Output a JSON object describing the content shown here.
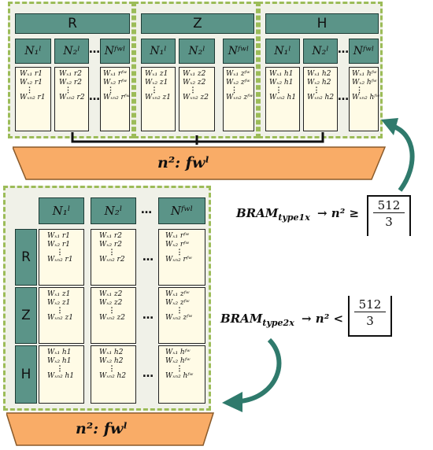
{
  "groups": [
    "R",
    "Z",
    "H"
  ],
  "sub_headers": {
    "n1": "N₁ˡ",
    "n2": "N₂ˡ",
    "nfw": "Nᶠʷˡ"
  },
  "ellipsis": "…",
  "vdots": "⋮",
  "weights": {
    "r": [
      "Wₓ₁ r1",
      "Wₓ₂ r1",
      "Wₓₙ₂ r1",
      "Wₓ₁ r2",
      "Wₓ₂ r2",
      "Wₓₙ₂ r2",
      "Wₓ₁ rᶠʷ",
      "Wₓ₂ rᶠʷ",
      "Wₓₙ₂ rᶠʷ"
    ],
    "z": [
      "Wₓ₁ z1",
      "Wₓ₂ z1",
      "Wₓₙ₂ z1",
      "Wₓ₁ z2",
      "Wₓ₂ z2",
      "Wₓₙ₂ z2",
      "Wₓ₁ zᶠʷ",
      "Wₓ₂ zᶠʷ",
      "Wₓₙ₂ zᶠʷ"
    ],
    "h": [
      "Wₓ₁ h1",
      "Wₓ₂ h1",
      "Wₓₙ₂ h1",
      "Wₓ₁ h2",
      "Wₓ₂ h2",
      "Wₓₙ₂ h2",
      "Wₓ₁ hᶠʷ",
      "Wₓ₂ hᶠʷ",
      "Wₓₙ₂ hᶠʷ"
    ]
  },
  "bram_label": "n²: fwˡ",
  "condition1": {
    "name": "BRAM",
    "sub": "type1x",
    "expr": "→ n² ≥",
    "num": "512",
    "den": "3"
  },
  "condition2": {
    "name": "BRAM",
    "sub": "type2x",
    "expr": "→ n² <",
    "num": "512",
    "den": "3"
  }
}
